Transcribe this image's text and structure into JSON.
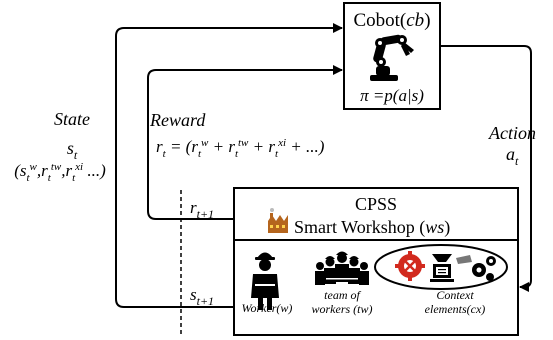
{
  "cobot": {
    "title": "Cobot(cb)",
    "policy": "π =p(a|s)"
  },
  "state": {
    "title": "State",
    "symbol": "s_t",
    "components": "(s_t^w, r_t^tw, r_t^xi ...)"
  },
  "reward": {
    "title": "Reward",
    "formula": "r_t = (r_t^w + r_t^tw + r_t^xi + ...)"
  },
  "action": {
    "title": "Action",
    "symbol": "a_t"
  },
  "cpss": {
    "title": "CPSS",
    "subtitle": "Smart Workshop (ws)",
    "worker_label": "Worker(w)",
    "team_label": [
      "team of",
      "workers (tw)"
    ],
    "context_label": [
      "Context",
      "elements(cx)"
    ]
  },
  "signals": {
    "next_reward": "r_{t+1}",
    "next_state": "s_{t+1}"
  },
  "colors": {
    "line": "#000000",
    "context_red": "#d22a1e",
    "robot": "#000000"
  }
}
